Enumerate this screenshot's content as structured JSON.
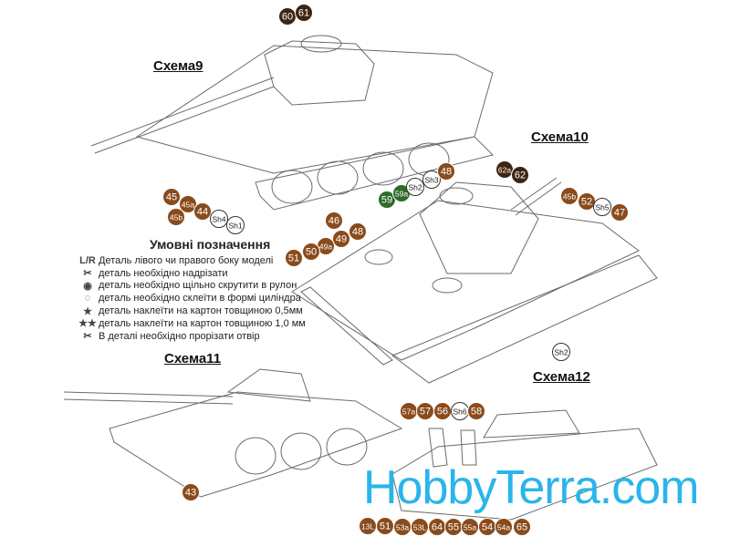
{
  "titles": {
    "s9": "Схема9",
    "s10": "Схема10",
    "s11": "Схема11",
    "s12": "Схема12"
  },
  "legend": {
    "title": "Умовні позначення",
    "items": [
      {
        "icon": "left-right-icon",
        "symbol": "L/R",
        "text": "Деталь лівого чи правого боку моделі"
      },
      {
        "icon": "scissors-icon",
        "symbol": "✂",
        "text": "деталь необхідно надрізати"
      },
      {
        "icon": "roll-icon",
        "symbol": "◉",
        "text": "деталь необхідно щільно скрутити в рулон"
      },
      {
        "icon": "cylinder-icon",
        "symbol": "◌",
        "text": "деталь необхідно склеїти в формі циліндра"
      },
      {
        "icon": "star-icon",
        "symbol": "★",
        "text": "деталь наклеїти на картон товщиною 0,5мм"
      },
      {
        "icon": "double-star-icon",
        "symbol": "★★",
        "text": "деталь наклеїти на картон товщиною 1,0 мм"
      },
      {
        "icon": "scissors-hole-icon",
        "symbol": "✂",
        "text": "В деталі необхідно прорізати отвір"
      }
    ]
  },
  "colors": {
    "brown": "#8a4b1c",
    "dark": "#3d2512",
    "green": "#2e6b2a",
    "white": "#ffffff",
    "watermark": "#2ab5ea"
  },
  "callouts": [
    {
      "label": "60",
      "type": "dark"
    },
    {
      "label": "61",
      "type": "dark"
    },
    {
      "label": "45",
      "type": "brown"
    },
    {
      "label": "45a",
      "type": "brown"
    },
    {
      "label": "45b",
      "type": "brown"
    },
    {
      "label": "44",
      "type": "brown"
    },
    {
      "label": "Sh4",
      "type": "white"
    },
    {
      "label": "Sh1",
      "type": "white"
    },
    {
      "label": "59",
      "type": "green"
    },
    {
      "label": "59a",
      "type": "green"
    },
    {
      "label": "Sh2",
      "type": "white"
    },
    {
      "label": "Sh3",
      "type": "white"
    },
    {
      "label": "48",
      "type": "brown"
    },
    {
      "label": "46",
      "type": "brown"
    },
    {
      "label": "48",
      "type": "brown"
    },
    {
      "label": "49",
      "type": "brown"
    },
    {
      "label": "49a",
      "type": "brown"
    },
    {
      "label": "50",
      "type": "brown"
    },
    {
      "label": "51",
      "type": "brown"
    },
    {
      "label": "62a",
      "type": "dark"
    },
    {
      "label": "62",
      "type": "dark"
    },
    {
      "label": "45b",
      "type": "brown"
    },
    {
      "label": "52",
      "type": "brown"
    },
    {
      "label": "Sh5",
      "type": "white"
    },
    {
      "label": "47",
      "type": "brown"
    },
    {
      "label": "Sh2",
      "type": "white"
    },
    {
      "label": "43",
      "type": "brown"
    },
    {
      "label": "57a",
      "type": "brown"
    },
    {
      "label": "57",
      "type": "brown"
    },
    {
      "label": "56",
      "type": "brown"
    },
    {
      "label": "Sh6",
      "type": "white"
    },
    {
      "label": "58",
      "type": "brown"
    },
    {
      "label": "13L",
      "type": "brown"
    },
    {
      "label": "51",
      "type": "brown"
    },
    {
      "label": "53a",
      "type": "brown"
    },
    {
      "label": "53L",
      "type": "brown"
    },
    {
      "label": "64",
      "type": "brown"
    },
    {
      "label": "55",
      "type": "brown"
    },
    {
      "label": "55a",
      "type": "brown"
    },
    {
      "label": "54",
      "type": "brown"
    },
    {
      "label": "54a",
      "type": "brown"
    },
    {
      "label": "65",
      "type": "brown"
    }
  ],
  "watermark": "HobbyTerra.com"
}
